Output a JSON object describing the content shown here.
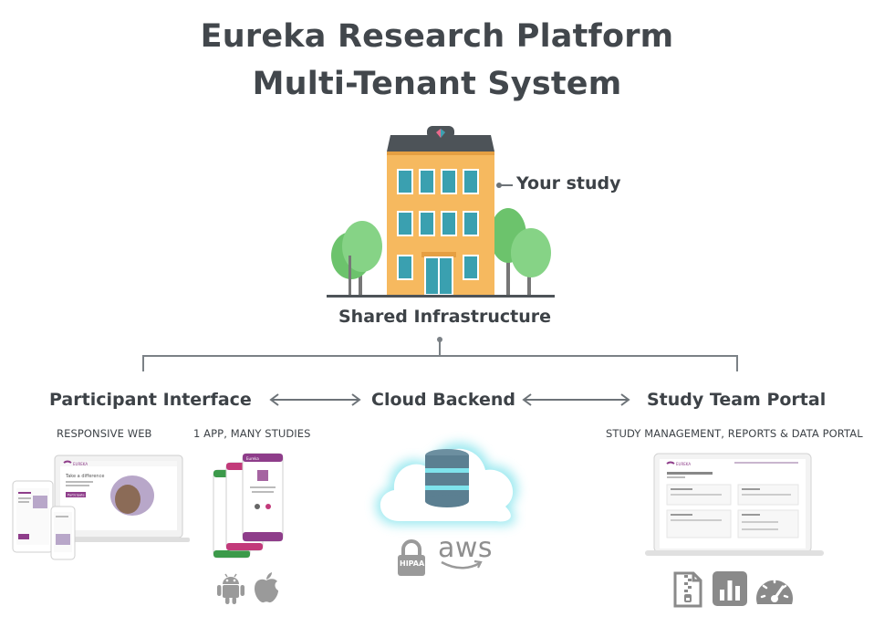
{
  "title": {
    "line1": "Eureka Research Platform",
    "line2": "Multi-Tenant System"
  },
  "building": {
    "callout": "Your study",
    "caption": "Shared Infrastructure"
  },
  "nodes": {
    "participant": "Participant Interface",
    "cloud": "Cloud Backend",
    "portal": "Study Team Portal"
  },
  "participant": {
    "web_label": "RESPONSIVE WEB",
    "app_label": "1 APP, MANY STUDIES",
    "brand": "EUREKA",
    "hero_text": "Take a difference",
    "button_text": "Participate",
    "app_screen_title": "Eureka",
    "icons": [
      "android-icon",
      "apple-icon"
    ]
  },
  "cloud": {
    "hipaa": "HIPAA",
    "aws": "aws"
  },
  "portal": {
    "label": "STUDY MANAGEMENT, REPORTS & DATA PORTAL",
    "brand": "EUREKA",
    "icons": [
      "zip-file-icon",
      "bar-chart-icon",
      "gauge-icon"
    ]
  },
  "colors": {
    "building": "#f6b95f",
    "roof": "#4d5358",
    "window": "#3aa0b0",
    "tree": "#6cc36c",
    "cloud_glow": "#8fe6ee",
    "db": "#5b7f91",
    "db_band": "#7fe3ec",
    "brand_purple": "#8e3d8a"
  }
}
